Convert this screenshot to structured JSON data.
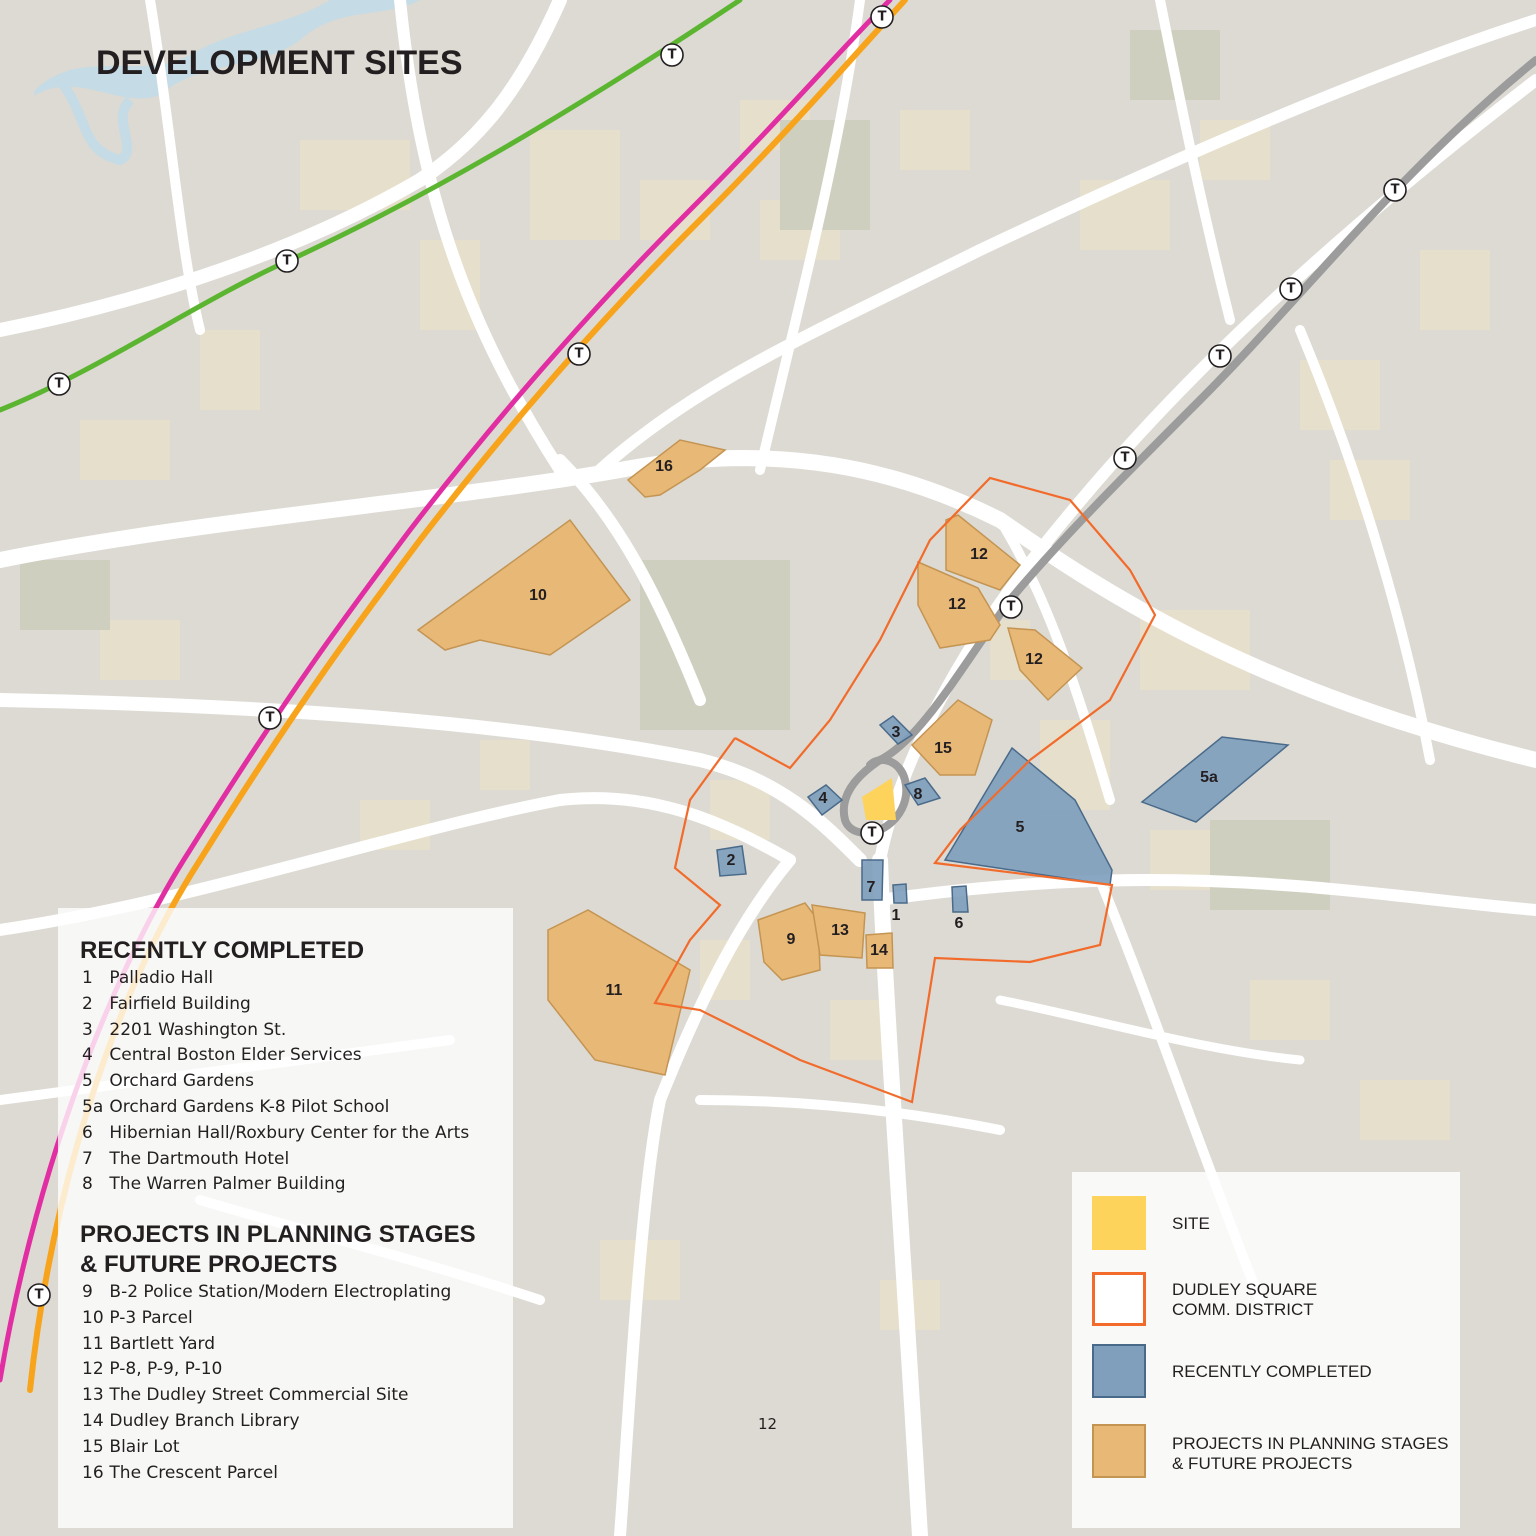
{
  "title": "DEVELOPMENT SITES",
  "page_number": "12",
  "transit_symbol": "T",
  "colors": {
    "site": "#fdd35b",
    "district_outline": "#f26b2b",
    "recently_completed": "#7f9fbd",
    "planning": "#e8b877",
    "green_line": "#5cb531",
    "orange_line": "#f7a41c",
    "magenta_line": "#e12ea3",
    "silver_line": "#9c9c9c",
    "water": "#c5dbe5"
  },
  "map_labels": [
    "1",
    "2",
    "3",
    "4",
    "5",
    "5a",
    "6",
    "7",
    "8",
    "9",
    "10",
    "11",
    "12",
    "12",
    "12",
    "13",
    "14",
    "15",
    "16"
  ],
  "recently_completed": {
    "heading": "RECENTLY COMPLETED",
    "items": [
      {
        "num": "1",
        "name": "Palladio Hall"
      },
      {
        "num": "2",
        "name": "Fairfield Building"
      },
      {
        "num": "3",
        "name": "2201 Washington St."
      },
      {
        "num": "4",
        "name": "Central Boston Elder Services"
      },
      {
        "num": "5",
        "name": "Orchard Gardens"
      },
      {
        "num": "5a",
        "name": "Orchard Gardens K-8 Pilot School"
      },
      {
        "num": "6",
        "name": "Hibernian Hall/Roxbury Center for the Arts"
      },
      {
        "num": "7",
        "name": "The Dartmouth Hotel"
      },
      {
        "num": "8",
        "name": "The Warren Palmer Building"
      }
    ]
  },
  "planning": {
    "heading_line1": "PROJECTS IN PLANNING STAGES",
    "heading_line2": "& FUTURE PROJECTS",
    "items": [
      {
        "num": "9",
        "name": "B-2 Police Station/Modern Electroplating"
      },
      {
        "num": "10",
        "name": "P-3 Parcel"
      },
      {
        "num": "11",
        "name": "Bartlett Yard"
      },
      {
        "num": "12",
        "name": "P-8, P-9, P-10"
      },
      {
        "num": "13",
        "name": "The Dudley Street Commercial Site"
      },
      {
        "num": "14",
        "name": "Dudley Branch Library"
      },
      {
        "num": "15",
        "name": "Blair Lot"
      },
      {
        "num": "16",
        "name": "The Crescent Parcel"
      }
    ]
  },
  "legend": [
    {
      "key": "site",
      "label": "SITE"
    },
    {
      "key": "district",
      "label": "DUDLEY SQUARE\nCOMM. DISTRICT"
    },
    {
      "key": "completed",
      "label": "RECENTLY COMPLETED"
    },
    {
      "key": "planning",
      "label": "PROJECTS IN PLANNING STAGES\n& FUTURE PROJECTS"
    }
  ]
}
